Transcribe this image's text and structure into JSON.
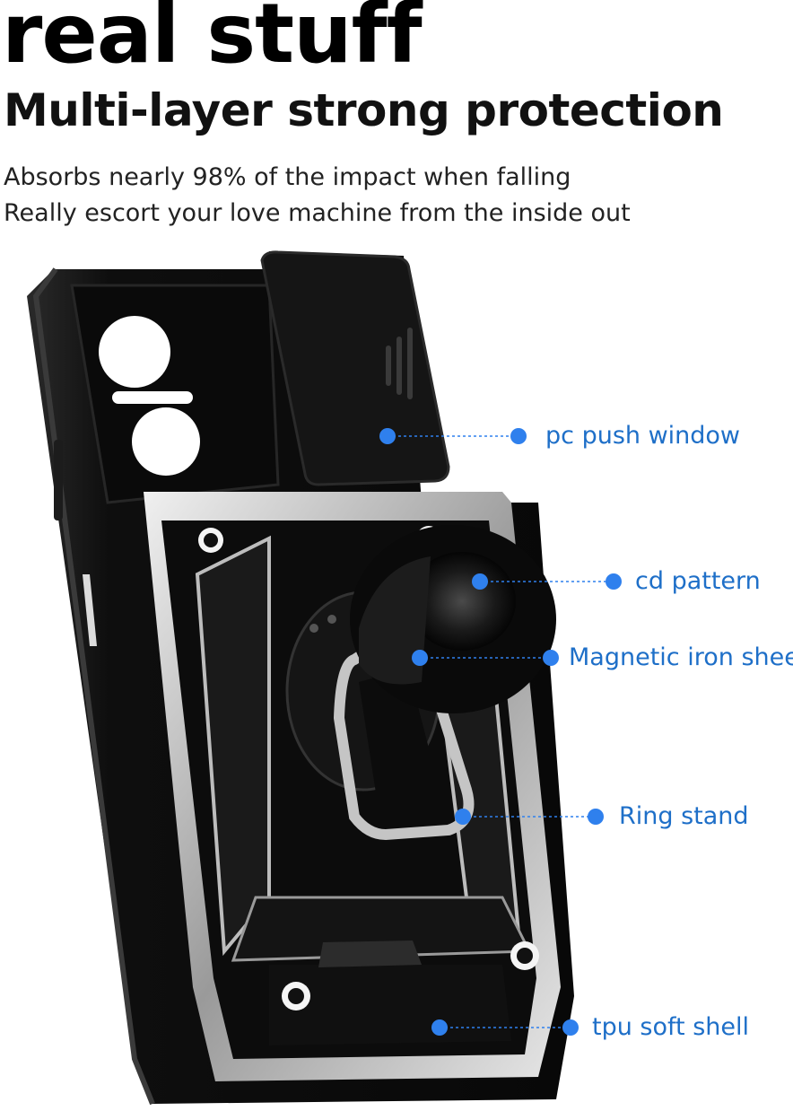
{
  "header": {
    "title": "real stuff",
    "subtitle": "Multi-layer strong protection",
    "lines": [
      "Absorbs nearly 98% of the impact when falling",
      "Really escort your love machine from the inside out"
    ]
  },
  "callouts": [
    {
      "label": "pc push window"
    },
    {
      "label": "cd pattern"
    },
    {
      "label": "Magnetic iron sheet"
    },
    {
      "label": "Ring stand"
    },
    {
      "label": "tpu soft shell"
    }
  ],
  "colors": {
    "accent": "#1e6fc8",
    "dot": "#2f80ed",
    "case": "#111111",
    "silver": "#c9c9c9"
  }
}
